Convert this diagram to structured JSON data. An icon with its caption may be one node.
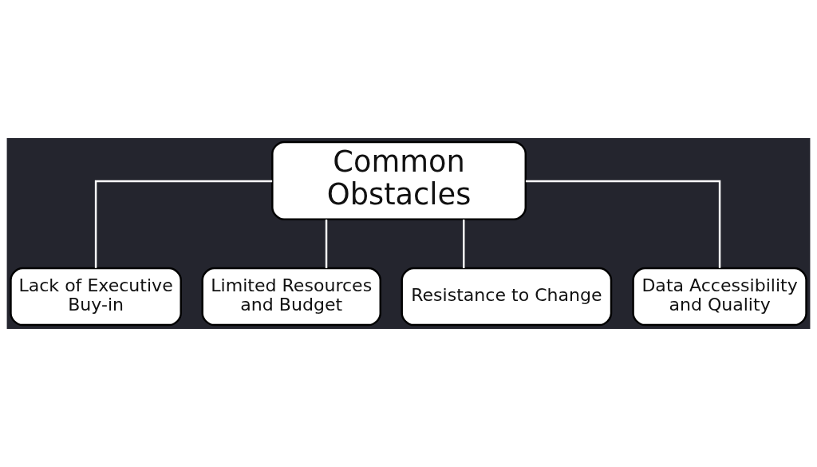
{
  "diagram": {
    "nodes": [
      {
        "text": [
          "Common Obstacles"
        ]
      },
      {
        "text": [
          "Lack of Executive Buy-in"
        ]
      },
      {
        "text": [
          "Limited Resources and Budget"
        ]
      },
      {
        "text": [
          "Resistance to Change"
        ]
      },
      {
        "text": [
          "Data Accessibility and Quality"
        ]
      }
    ],
    "edges": [
      {
        "from": 0,
        "to": 1,
        "arrow": "none"
      },
      {
        "from": 0,
        "to": 2,
        "arrow": "none"
      },
      {
        "from": 0,
        "to": 3,
        "arrow": "none"
      },
      {
        "from": 0,
        "to": 4,
        "arrow": "none"
      }
    ]
  }
}
